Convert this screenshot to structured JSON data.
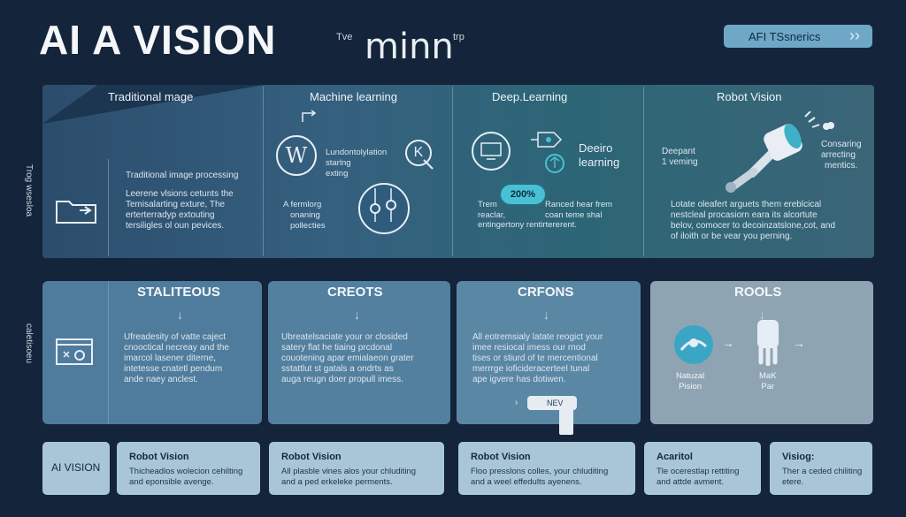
{
  "header": {
    "title": "AI A VISION",
    "subtitle": "minn",
    "subtitle_sup_left": "Tve",
    "subtitle_sup_right": "trp",
    "button_label": "AFI TSsnerics",
    "button_icon": "double-chevron-right-icon"
  },
  "side_labels": {
    "top": "Trog wsesloa",
    "middle": "caletisoeu"
  },
  "top_columns": [
    {
      "heading": "Traditional mage",
      "subheading": "Traditional image processing",
      "text": [
        "Leerene vlsions cetunts the",
        "Temisalarting exture, The",
        "erterterradyp extouting",
        "tersiligles ol oun pevices."
      ]
    },
    {
      "heading": "Machine learning",
      "badge_letter": "W",
      "badge_letter_2": "K",
      "text_a": [
        "Lundontolylation",
        "starlng",
        "exting"
      ],
      "text_b": [
        "A fermlorg",
        "onaning",
        "pollecties"
      ]
    },
    {
      "heading": "Deep.Learning",
      "label": [
        "Deeiro",
        "learning"
      ],
      "badge": "200%",
      "text_a": [
        "Trem",
        "reaclar,"
      ],
      "text_b": [
        "Ranced hear frem",
        "coan teme shal"
      ],
      "text_c": "entingertony rentirtererent."
    },
    {
      "heading": "Robot Vision",
      "label_left": [
        "Deepant",
        "1 veming"
      ],
      "label_right": [
        "Consaring",
        "arrecting",
        "mentics."
      ],
      "text": [
        "Lotate oleafert arguets them ereblcical",
        "nestcleal procasiorn eara its alcortute",
        "belov, comocer to decoinzatslone,cot, and",
        "of iloith or be vear you perning."
      ]
    }
  ],
  "middle_cards": [
    {
      "heading": "STALITEOUS",
      "text": [
        "Ufreadesity of vatte caject",
        "cnooctical necreay and the",
        "imarcol lasener diterne,",
        "intetesse cnatetl pendum",
        "ande naey anclest."
      ]
    },
    {
      "heading": "CREOTS",
      "text": [
        "Ubreatelsaciate your or closided",
        "satery flat he tiaing prcdonal",
        "couotening apar emialaeon grater",
        "sstattlut st gatals a ondrts as",
        "auga reugn doer propull imess."
      ]
    },
    {
      "heading": "CRFONS",
      "text": [
        "All eotremsialy latate reogict your",
        "imee resiocal imess our rnod",
        "tises or stiurd of te mercentional",
        "merrrge ioficideracerteel tunal",
        "ape igvere has dotiwen."
      ],
      "chip": "NEV"
    },
    {
      "heading": "ROOLS",
      "label_a": [
        "Natuzal",
        "Pision"
      ],
      "label_b": [
        "MaK",
        "Par"
      ]
    }
  ],
  "bottom_cards": [
    {
      "heading": "AI VISION",
      "text": []
    },
    {
      "heading": "Robot Vision",
      "text": [
        "Thicheadlos wolecion cehilting",
        "and eponsible avenge."
      ]
    },
    {
      "heading": "Robot Vision",
      "text": [
        "All plasble vines alos your chluditing",
        "and a ped erkeleke perments."
      ]
    },
    {
      "heading": "Robot Vision",
      "text": [
        "Floo presslons colles, your chluditing",
        "and a weel effedults ayenens."
      ]
    },
    {
      "heading": "Acaritol",
      "text": [
        "Tle ocerestlap rettiting",
        "and attde avment."
      ]
    },
    {
      "heading": "Visiog:",
      "text": [
        "Ther a ceded chiliting",
        "etere."
      ]
    }
  ],
  "colors": {
    "background": "#14243a",
    "accent": "#6fa8c6",
    "badge": "#48c1d4",
    "bottom_card": "#a9c6d9"
  }
}
